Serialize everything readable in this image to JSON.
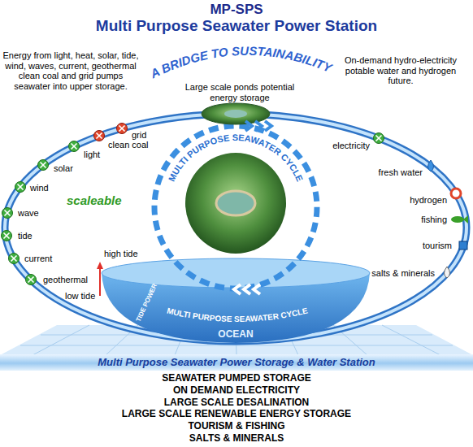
{
  "diagram": {
    "title": "MP-SPS",
    "nodes": [
      {
        "text": [
          "Multi Purpose Seawater Power Storage & Water Station"
        ]
      }
    ],
    "labels": [
      "Multi Purpose Seawater Power Station",
      "A BRIDGE TO SUSTAINABILITY",
      "Energy from light, heat, solar, tide, wind, waves, current, geothermal clean coal and grid pumps seawater into upper storage.",
      "Large scale ponds potential energy storage",
      "On-demand hydro-electricity potable water and hydrogen future.",
      "grid",
      "clean coal",
      "light",
      "solar",
      "wind",
      "wave",
      "tide",
      "current",
      "geothermal",
      "scaleable",
      "MULTI PURPOSE SEAWATER CYCLE",
      "high tide",
      "low tide",
      "TIDE POWER",
      "MULTI PURPOSE SEAWATER CYCLE",
      "OCEAN",
      "electricity",
      "fresh water",
      "hydrogen",
      "fishing",
      "tourism",
      "salts & minerals",
      "SEAWATER PUMPED STORAGE",
      "ON DEMAND ELECTRICITY",
      "LARGE SCALE DESALINATION",
      "LARGE SCALE RENEWABLE ENERGY STORAGE",
      "TOURISM & FISHING",
      "SALTS & MINERALS"
    ]
  }
}
